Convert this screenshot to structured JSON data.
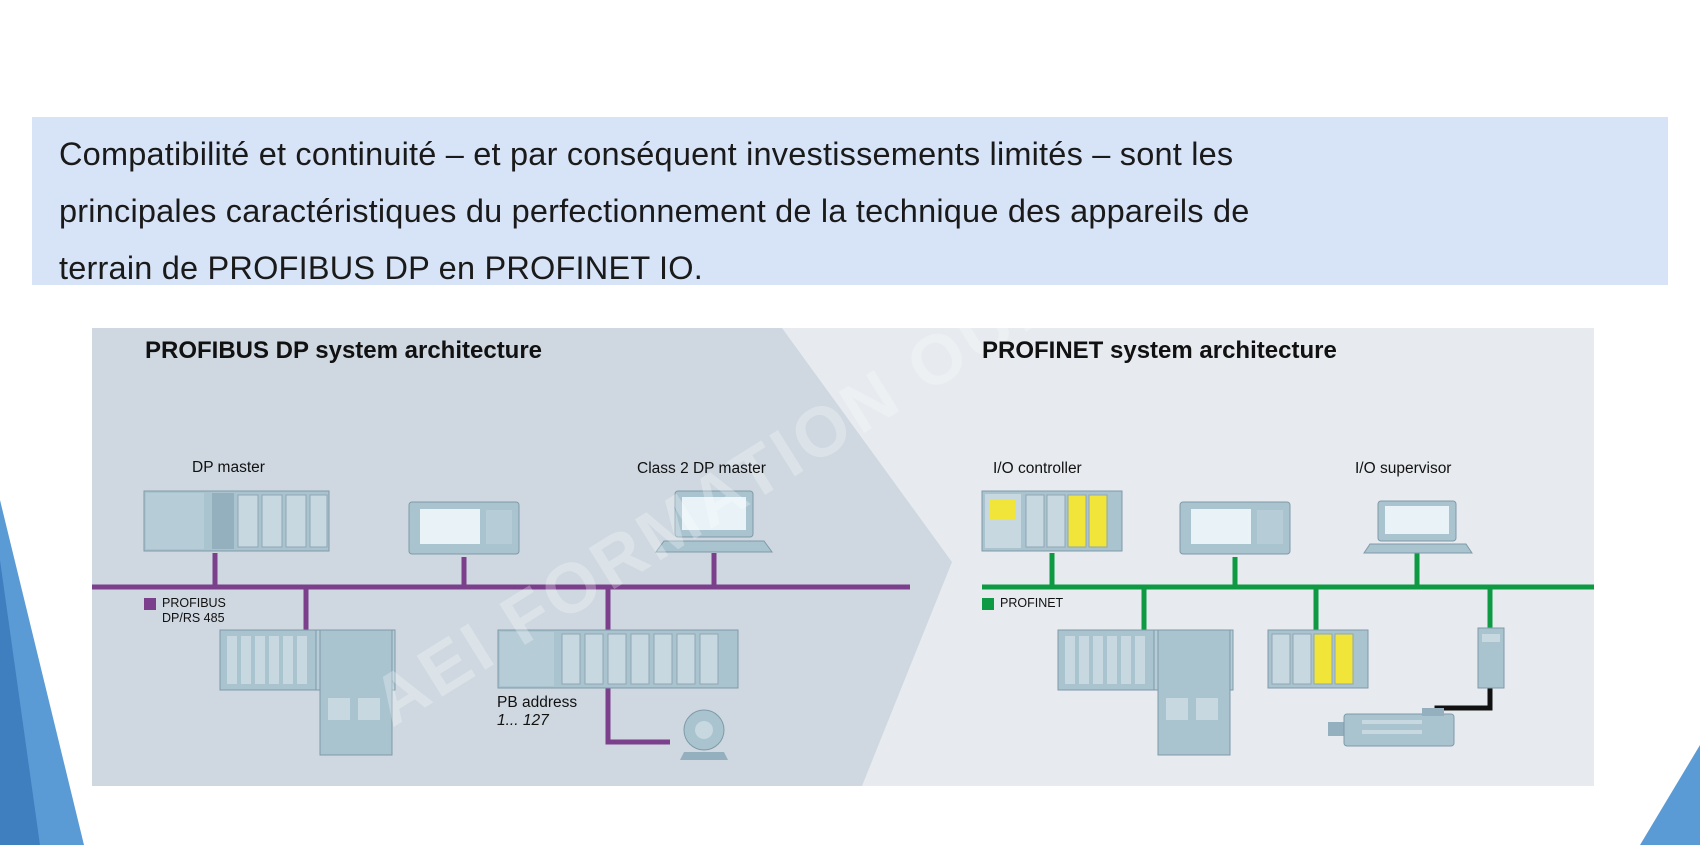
{
  "slide": {
    "intro_text": "Compatibilité et continuité – et par conséquent investissements limités – sont les\nprincipales caractéristiques du perfectionnement de la technique des appareils de\nterrain de PROFIBUS DP en PROFINET IO.",
    "watermark": "AEI FORMATION OUEST"
  },
  "diagram": {
    "left": {
      "title": "PROFIBUS DP system architecture",
      "labels": {
        "dp_master": "DP master",
        "class2_master": "Class 2 DP master",
        "bus_name_line1": "PROFIBUS",
        "bus_name_line2": "DP/RS 485",
        "pb_address_line1": "PB address",
        "pb_address_line2": "1... 127"
      }
    },
    "right": {
      "title": "PROFINET system architecture",
      "labels": {
        "io_controller": "I/O controller",
        "io_supervisor": "I/O supervisor",
        "bus_name": "PROFINET"
      }
    }
  },
  "colors": {
    "banner_bg": "#d7e3f7",
    "profibus_line": "#7b3f8c",
    "profinet_line": "#0e9a43",
    "device_fill": "#a9c3cf",
    "io_yellow": "#f1e53a",
    "slide_accent": "#5b9bd5"
  }
}
